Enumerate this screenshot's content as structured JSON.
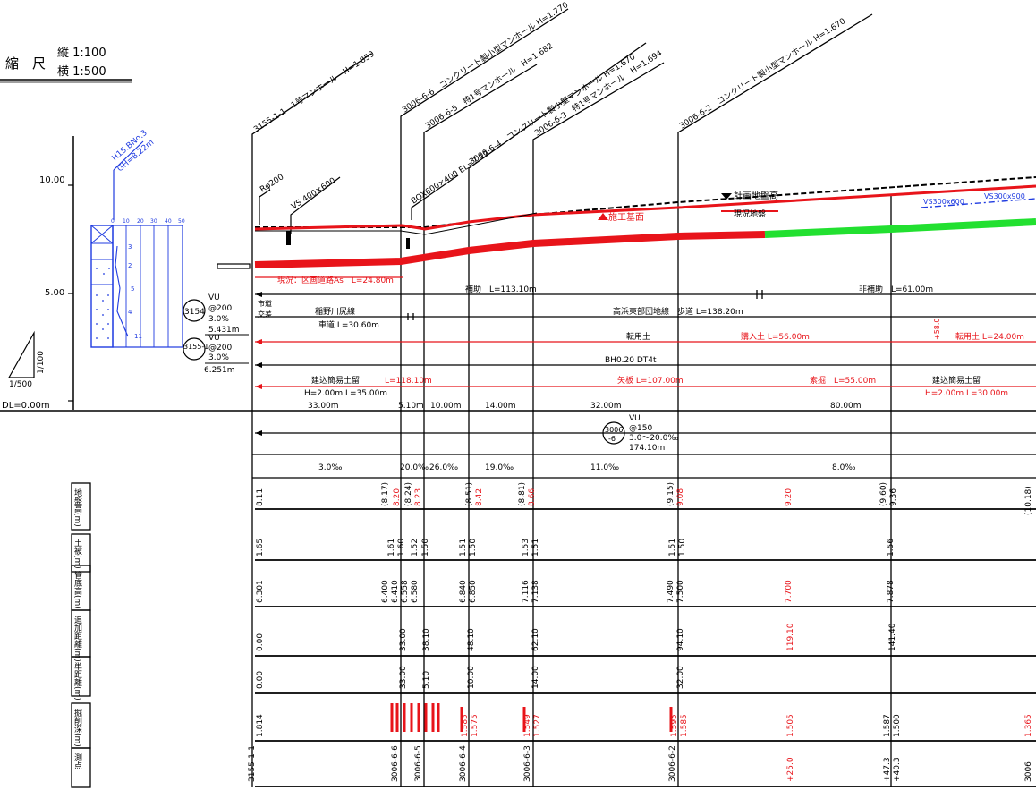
{
  "scale": {
    "label": "縮　尺",
    "vertical": "縦 1:100",
    "horizontal": "横 1:500"
  },
  "elevations": {
    "ticks": [
      "10.00",
      "5.00",
      "DL=0.00m"
    ],
    "slope_small": "1/100",
    "slope_large": "1/500"
  },
  "boring": {
    "name": "H15.BNo.3",
    "gh": "GH=8.22m",
    "n_scale": [
      "0",
      "10",
      "20",
      "30",
      "40",
      "50"
    ],
    "n_values": [
      "3",
      "2",
      "5",
      "4",
      "11"
    ]
  },
  "manholes": [
    {
      "label": "3155-1-1　1号マンホール　H=1.859"
    },
    {
      "label": "3006-6-6　コンクリート製小型マンホール H=1.770"
    },
    {
      "label": "3006-6-5　特1号マンホール　H=1.682"
    },
    {
      "label": "3006-6-4　コンクリート製小型マンホール H=1.670"
    },
    {
      "label": "3006-6-3　特1号マンホール　H=1.694"
    },
    {
      "label": "3006-6-2　コンクリート製小型マンホール H=1.670"
    }
  ],
  "pipe_notes": {
    "rib": "Rφ200",
    "vs1": "VS 400×600",
    "box": "BOX600×400 EL=7.17",
    "vs2": "VS300x600",
    "vs3": "VS300x900"
  },
  "legend_labels": {
    "planned_ground": "計画地盤高",
    "construction_base": "施工基面",
    "existing_ground": "現況地盤"
  },
  "branch_pipes": [
    {
      "id": "3154",
      "lines": [
        "VU",
        "@200",
        "3.0%",
        "5.431m"
      ]
    },
    {
      "id": "3155-1",
      "lines": [
        "VU",
        "@200",
        "3.0%",
        "6.251m"
      ]
    }
  ],
  "side_note": [
    "市道",
    "交差"
  ],
  "annotations": {
    "existing_pavement": "現況：区画道路As　L=24.80m",
    "auxiliary": "補助　L=113.10m",
    "non_auxiliary": "非補助　L=61.00m",
    "river_left": "稲野川尻線",
    "carriageway": "車道 L=30.60m",
    "sidewalk": "高浜東部団地線　歩道 L=138.20m",
    "soil_transfer": "転用土",
    "purchased_soil": "購入土 L=56.00m",
    "reused_soil": "転用土 L=24.00m",
    "bh": "BH0.20 DT4t",
    "simple_shoring": "建込簡易土留",
    "shoring_length": "L=118.10m",
    "h_left": "H=2.00m L=35.00m",
    "sheet_mid": "矢板 L=107.00m",
    "sheet_right": "素掘　L=55.00m",
    "shoring_right": "建込簡易土留",
    "h_right": "H=2.00m L=30.00m",
    "main_pipe": [
      "VU",
      "@150",
      "3.0～20.0‰",
      "174.10m"
    ],
    "main_pipe_id": [
      "3006",
      "-6"
    ],
    "dim_58": "+58.0"
  },
  "span_lengths": [
    "33.00m",
    "5.10m",
    "10.00m",
    "14.00m",
    "32.00m",
    "80.00m"
  ],
  "gradients": [
    "3.0‰",
    "20.0‰",
    "26.0‰",
    "19.0‰",
    "11.0‰",
    "8.0‰"
  ],
  "table_rows": [
    {
      "label": "地盤高(m)"
    },
    {
      "label": "土被(m)"
    },
    {
      "label": "管底高(m)"
    },
    {
      "label": "追加距離(m)"
    },
    {
      "label": "単距離(m)"
    },
    {
      "label": "掘削深(m)"
    },
    {
      "label": "測点"
    }
  ],
  "table_values": {
    "ground_height": [
      "8.11",
      "(8.17)",
      "8.20",
      "(8.24)",
      "8.23",
      "(8.51)",
      "8.42",
      "(8.81)",
      "8.66",
      "(9.15)",
      "9.08",
      "9.20",
      "(9.60)",
      "9.36",
      "(10.18)"
    ],
    "cover": [
      "1.65",
      "1.61",
      "1.60",
      "1.52",
      "1.50",
      "1.51",
      "1.50",
      "1.53",
      "1.51",
      "1.51",
      "1.50",
      "1.56"
    ],
    "invert": [
      "6.301",
      "6.400",
      "6.410",
      "6.558",
      "6.580",
      "6.840",
      "6.850",
      "7.116",
      "7.138",
      "7.490",
      "7.500",
      "7.700",
      "7.878"
    ],
    "cumulative": [
      "0.00",
      "33.00",
      "38.10",
      "48.10",
      "62.10",
      "94.10",
      "119.10",
      "141.40"
    ],
    "single": [
      "0.00",
      "33.00",
      "5.10",
      "10.00",
      "14.00",
      "32.00"
    ],
    "excavation": [
      "1.814",
      "1.585",
      "1.575",
      "1.549",
      "1.527",
      "1.595",
      "1.585",
      "1.505",
      "1.587",
      "1.500",
      "1.365"
    ],
    "stations": [
      "3155-1-1",
      "3006-6-6",
      "3006-6-5",
      "3006-6-4",
      "3006-6-3",
      "3006-6-2",
      "+25.0",
      "+47.3",
      "+40.3",
      "3006"
    ]
  },
  "colors": {
    "pipe_red": "#e8141a",
    "soil_green": "#22e030",
    "boring_blue": "#1f3be0",
    "line_black": "#000000"
  }
}
